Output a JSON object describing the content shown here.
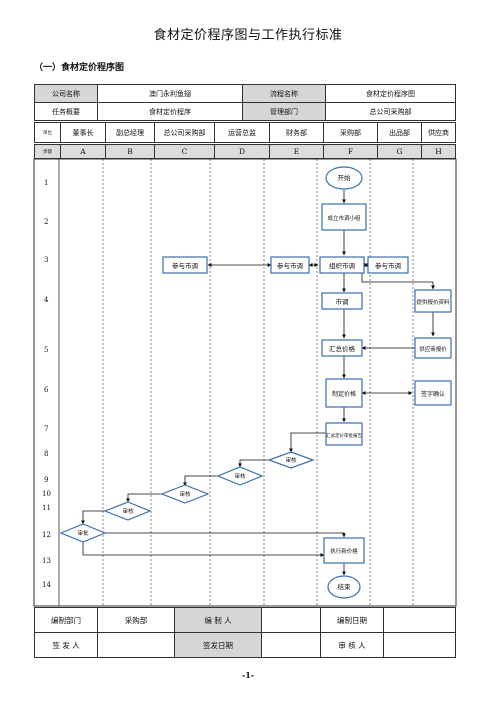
{
  "title": "食材定价程序图与工作执行标准",
  "subtitle": "（一）食材定价程序图",
  "header": {
    "company_label": "公司名称",
    "company_value": "澳门永利鱼翅",
    "process_label": "流程名称",
    "process_value": "食材定价程序图",
    "task_label": "任务概要",
    "task_value": "食材定价程序",
    "dept_label": "管理部门",
    "dept_value": "总公司采购部"
  },
  "columns": {
    "unit_label": "单位",
    "step_label": "步骤",
    "names": [
      "董事长",
      "副总经理",
      "总公司采购部",
      "运营总监",
      "财务部",
      "采购部",
      "出品部",
      "供应商"
    ],
    "letters": [
      "A",
      "B",
      "C",
      "D",
      "E",
      "F",
      "G",
      "H"
    ]
  },
  "steps": [
    "1",
    "2",
    "3",
    "4",
    "5",
    "6",
    "7",
    "8",
    "9",
    "10",
    "11",
    "12",
    "13",
    "14"
  ],
  "nodes": {
    "start": "开始",
    "form_team": "成立市调小组",
    "c_participate": "参与市调",
    "e_participate": "参与市调",
    "f_organize": "组织市调",
    "g_participate": "参与市调",
    "f_survey": "市调",
    "h_offer": "提供报价资料",
    "f_summary": "汇总价格",
    "h_provide": "供应商报价",
    "f_confirm": "制定价格",
    "h_sign": "签字确认",
    "f_submit": "汇总定价审批报告",
    "approve_e": "审核",
    "approve_d": "审核",
    "approve_c": "审核",
    "approve_b": "审核",
    "approve_a": "审批",
    "f_execute": "执行新价格",
    "end": "结束"
  },
  "footer": {
    "prep_dept_label": "编制部门",
    "prep_dept_value": "采购部",
    "preparer_label": "编 制 人",
    "preparer_value": "",
    "prep_date_label": "编制日期",
    "prep_date_value": "",
    "signer_label": "签 发 人",
    "signer_value": "",
    "sign_date_label": "签发日期",
    "sign_date_value": "",
    "reviewer_label": "审 核 人",
    "reviewer_value": ""
  },
  "page_number": "-1-"
}
